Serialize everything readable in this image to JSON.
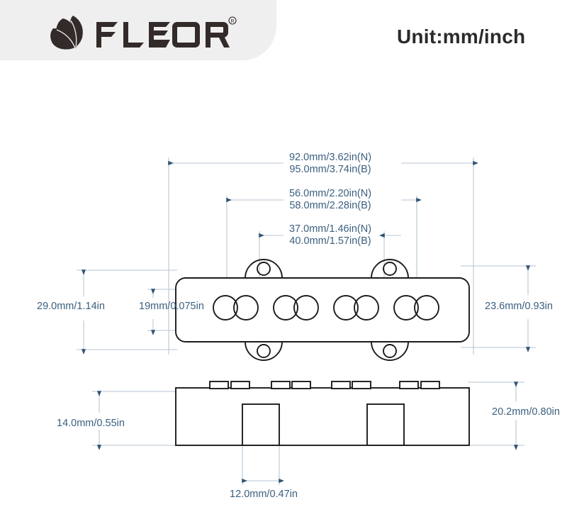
{
  "brand": {
    "name": "FLEOR",
    "registered_mark": "®",
    "logo_icon": "leaf-logo-icon"
  },
  "header": {
    "unit_label": "Unit:mm/inch"
  },
  "colors": {
    "banner_bg": "#efefef",
    "logo_dark": "#332b29",
    "dimension_text": "#3b5f7f",
    "dimension_line": "#b9c6d3",
    "arrow": "#2f5377",
    "outline": "#1b1b1b",
    "unit_text": "#2b2b2b",
    "page_bg": "#ffffff"
  },
  "dimensions": {
    "top": [
      {
        "id": "overall-length",
        "lines": [
          "92.0mm/3.62in(N)",
          "95.0mm/3.74in(B)"
        ]
      },
      {
        "id": "mounting-hole-spacing",
        "lines": [
          "56.0mm/2.20in(N)",
          "58.0mm/2.28in(B)"
        ]
      },
      {
        "id": "pole-span",
        "lines": [
          "37.0mm/1.46in(N)",
          "40.0mm/1.57in(B)"
        ]
      }
    ],
    "left_outer": {
      "id": "overall-width",
      "text": "29.0mm/1.14in"
    },
    "left_inner": {
      "id": "body-width",
      "text": "19mm/0.075in"
    },
    "right": {
      "id": "tab-to-tab-width",
      "text": "23.6mm/0.93in"
    },
    "lower_left": {
      "id": "body-height",
      "text": "14.0mm/0.55in"
    },
    "lower_right": {
      "id": "overall-height",
      "text": "20.2mm/0.80in"
    },
    "lower_bottom": {
      "id": "ear-width",
      "text": "12.0mm/0.47in"
    }
  },
  "views": {
    "top_view": {
      "name": "pickup-top-view",
      "pole_pieces": 8,
      "mounting_tabs": 4
    },
    "side_view": {
      "name": "pickup-side-view",
      "pole_tabs": 8,
      "mounting_ears": 2
    }
  }
}
